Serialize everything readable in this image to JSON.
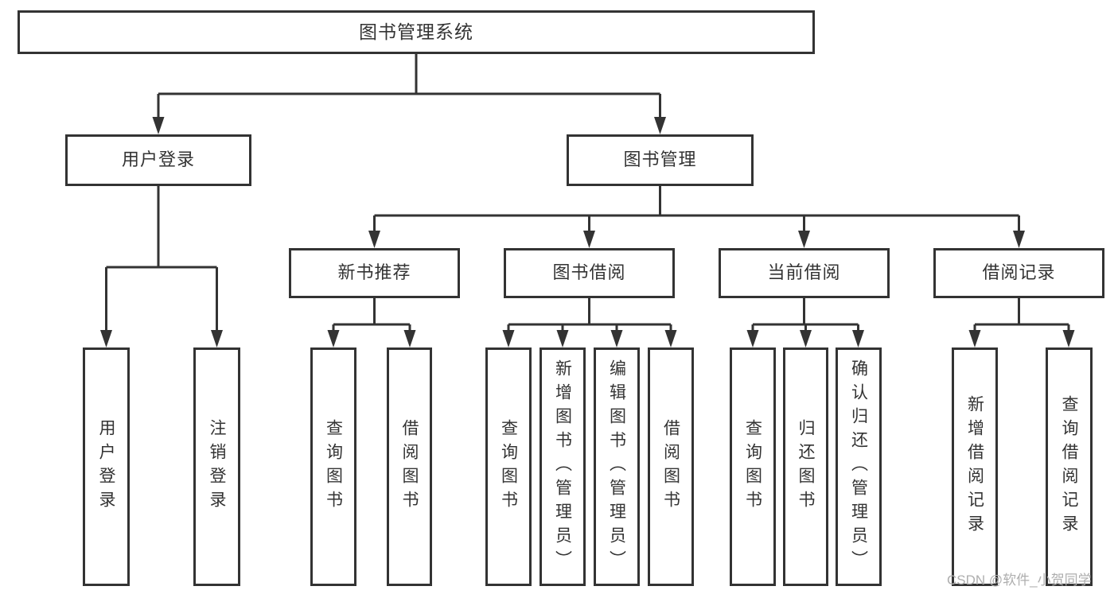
{
  "tree": {
    "root": {
      "label": "图书管理系统"
    },
    "branches": [
      {
        "label": "用户登录",
        "children": [
          {
            "label": "用户登录"
          },
          {
            "label": "注销登录"
          }
        ]
      },
      {
        "label": "图书管理",
        "children": [
          {
            "label": "新书推荐",
            "children": [
              {
                "label": "查询图书"
              },
              {
                "label": "借阅图书"
              }
            ]
          },
          {
            "label": "图书借阅",
            "children": [
              {
                "label": "查询图书"
              },
              {
                "label": "新增图书（管理员）"
              },
              {
                "label": "编辑图书（管理员）"
              },
              {
                "label": "借阅图书"
              }
            ]
          },
          {
            "label": "当前借阅",
            "children": [
              {
                "label": "查询图书"
              },
              {
                "label": "归还图书"
              },
              {
                "label": "确认归还（管理员）"
              }
            ]
          },
          {
            "label": "借阅记录",
            "children": [
              {
                "label": "新增借阅记录"
              },
              {
                "label": "查询借阅记录"
              }
            ]
          }
        ]
      }
    ]
  },
  "watermark": "CSDN @软件_小贺同学",
  "colors": {
    "line": "#333333",
    "text": "#333333",
    "watermark": "#aeaeae",
    "background": "#ffffff"
  }
}
